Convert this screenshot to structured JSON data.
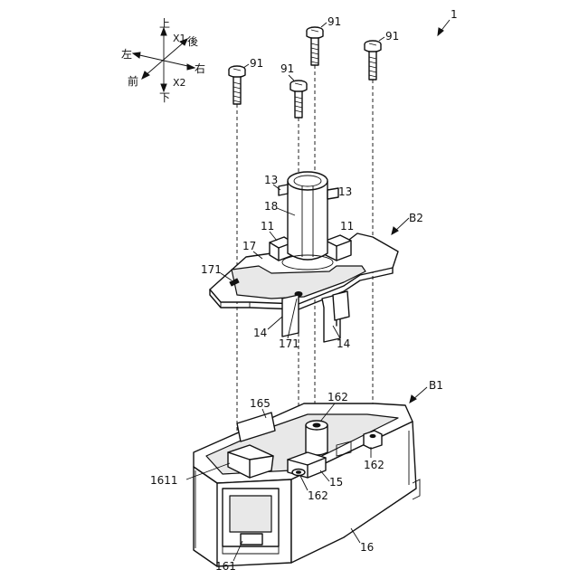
{
  "figure": {
    "ref_assembly": "1",
    "ref_b1": "B1",
    "ref_b2": "B2"
  },
  "axes": {
    "up": "上",
    "down": "下",
    "left": "左",
    "right": "右",
    "front": "前",
    "back": "後",
    "x1": "X1",
    "x2": "X2"
  },
  "screw_label": "91",
  "labels": {
    "l13a": "13",
    "l13b": "13",
    "l18": "18",
    "l11a": "11",
    "l11b": "11",
    "l17": "17",
    "l171a": "171",
    "l171b": "171",
    "l14a": "14",
    "l14b": "14",
    "l165": "165",
    "l162a": "162",
    "l162b": "162",
    "l162c": "162",
    "l1611": "1611",
    "l15": "15",
    "l16": "16",
    "l161": "161"
  }
}
